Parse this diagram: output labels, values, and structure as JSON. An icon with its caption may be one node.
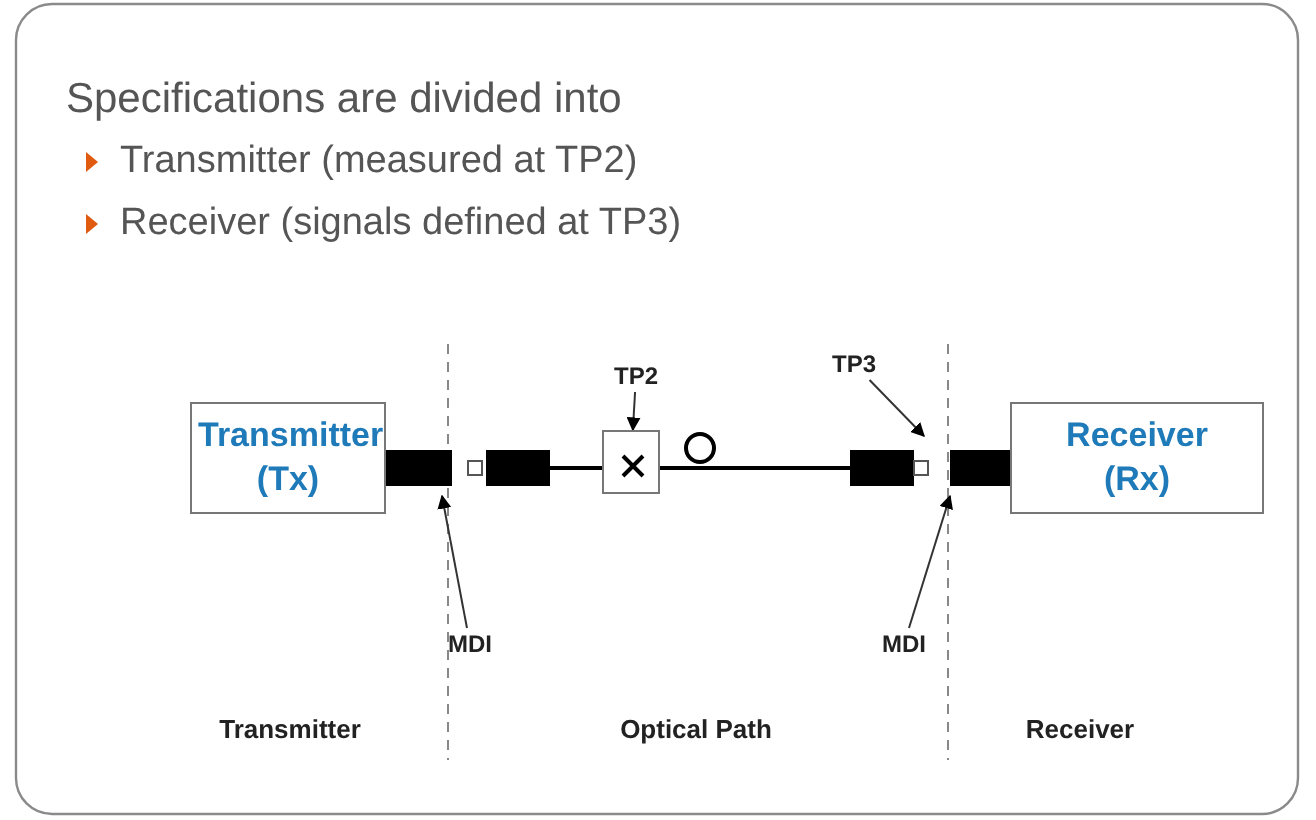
{
  "diagram": {
    "nodes": [
      {
        "text": [
          "Transmitter (Tx)"
        ]
      },
      {
        "text": [
          "Receiver (Rx)"
        ]
      },
      {
        "text": [
          "TP2"
        ]
      },
      {
        "text": [
          "TP3"
        ]
      },
      {
        "text": [
          "MDI"
        ]
      },
      {
        "text": [
          "MDI"
        ]
      },
      {
        "text": [],
        "shape": "box"
      }
    ],
    "edges": [
      {
        "from": 2,
        "to": 6,
        "arrow": "to"
      },
      {
        "from": 3,
        "to": null,
        "arrow": "to"
      },
      {
        "from": 4,
        "to": null,
        "arrow": "to"
      },
      {
        "from": 5,
        "to": null,
        "arrow": "to"
      }
    ],
    "labels": [
      "Specifications are divided into",
      "Transmitter (measured at TP2)",
      "Receiver (signals defined at TP3)",
      "Transmitter",
      "Optical Path",
      "Receiver"
    ]
  }
}
